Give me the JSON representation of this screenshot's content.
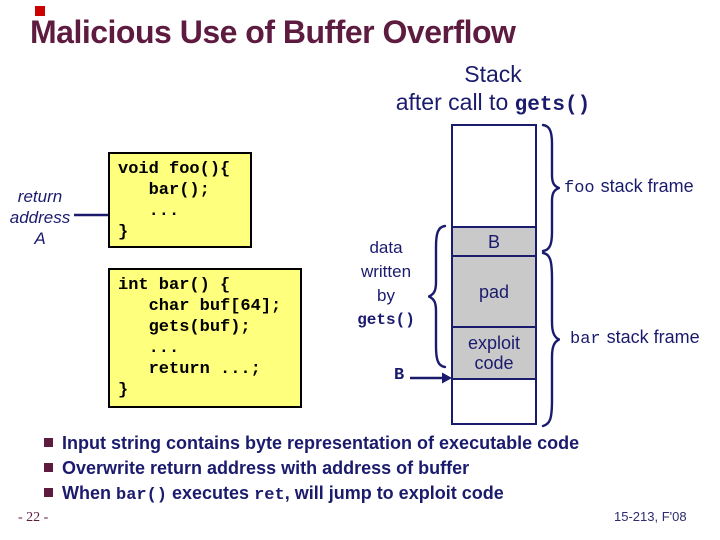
{
  "colors": {
    "title_maroon": "#5e1b40",
    "body_navy": "#1b1b6e",
    "code_box_yellow": "#ffff7e",
    "stack_cell_gray": "#c9c9c9",
    "corner_red": "#cc0000",
    "code_text": "#000000",
    "background": "#ffffff"
  },
  "header": {
    "title": "Malicious Use of Buffer Overflow",
    "subtitle_line1": "Stack",
    "subtitle_line2_prefix": "after call to ",
    "subtitle_line2_code": "gets()"
  },
  "annotations": {
    "return_address": {
      "lines": [
        "return",
        "address",
        "A"
      ]
    },
    "data_written": {
      "lines": [
        "data",
        "written",
        "by"
      ],
      "code": "gets()"
    },
    "b_pointer": "B"
  },
  "code_boxes": {
    "foo": {
      "lines": [
        "void foo(){",
        "   bar();",
        "   ...",
        "}"
      ]
    },
    "bar": {
      "lines": [
        "int bar() {",
        "   char buf[64];",
        "   gets(buf);",
        "   ...",
        "   return ...;",
        "}"
      ]
    }
  },
  "stack_diagram": {
    "cells": [
      {
        "label": ""
      },
      {
        "label": "B"
      },
      {
        "label": "pad"
      },
      {
        "label": "exploit code"
      },
      {
        "label": ""
      }
    ],
    "frame_labels": {
      "foo_code": "foo",
      "foo_text": "stack frame",
      "bar_code": "bar",
      "bar_text": "stack frame"
    }
  },
  "bullets": [
    {
      "segments": [
        {
          "text": "Input string contains byte representation of executable code",
          "mono": false
        }
      ]
    },
    {
      "segments": [
        {
          "text": "Overwrite return address with address of buffer",
          "mono": false
        }
      ]
    },
    {
      "segments": [
        {
          "text": "When ",
          "mono": false
        },
        {
          "text": "bar()",
          "mono": true
        },
        {
          "text": " executes ",
          "mono": false
        },
        {
          "text": "ret",
          "mono": true
        },
        {
          "text": ", will jump to exploit code",
          "mono": false
        }
      ]
    }
  ],
  "footer": {
    "page_number": "- 22 -",
    "course": "15-213, F'08"
  }
}
